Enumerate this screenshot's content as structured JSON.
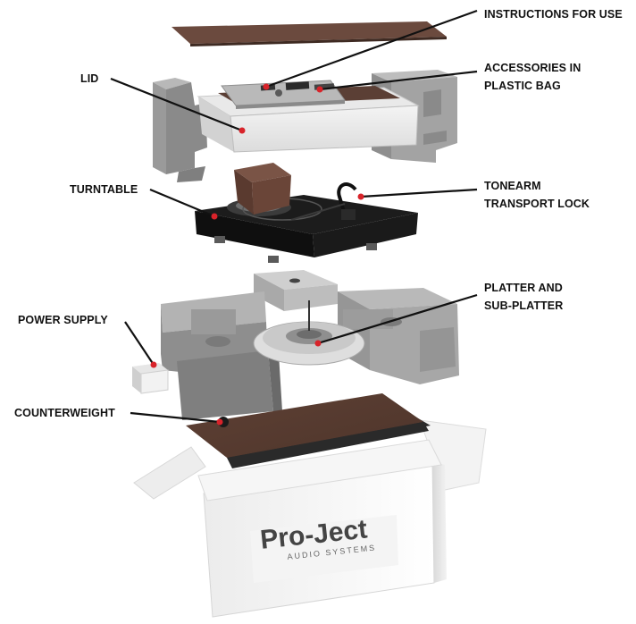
{
  "callouts": [
    {
      "id": "instructions",
      "lines": [
        "INSTRUCTIONS FOR USE"
      ]
    },
    {
      "id": "accessories",
      "lines": [
        "ACCESSORIES IN",
        "PLASTIC BAG"
      ]
    },
    {
      "id": "lid",
      "lines": [
        "LID"
      ]
    },
    {
      "id": "turntable",
      "lines": [
        "TURNTABLE"
      ]
    },
    {
      "id": "tonearm",
      "lines": [
        "TONEARM",
        "TRANSPORT LOCK"
      ]
    },
    {
      "id": "platter",
      "lines": [
        "PLATTER AND",
        "SUB-PLATTER"
      ]
    },
    {
      "id": "power",
      "lines": [
        "POWER SUPPLY"
      ]
    },
    {
      "id": "counterweight",
      "lines": [
        "COUNTERWEIGHT"
      ]
    }
  ],
  "brand": {
    "name": "Pro-Ject",
    "tagline": "AUDIO SYSTEMS"
  },
  "colors": {
    "foam": "#9a9a9a",
    "foam_light": "#c4c4c4",
    "plinth": "#151515",
    "cardboard_brown": "#5a3e33",
    "pointer": "#111111",
    "dot": "#d8232a"
  }
}
